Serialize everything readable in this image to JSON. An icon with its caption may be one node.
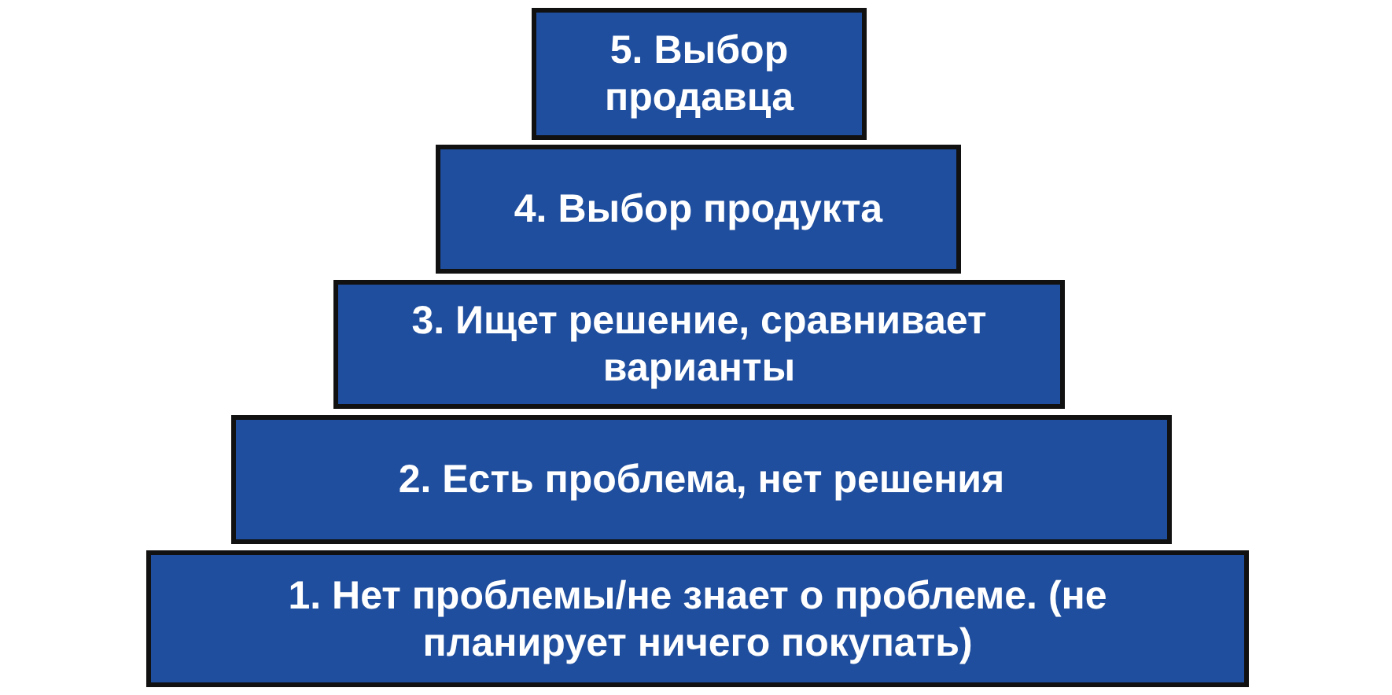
{
  "diagram": {
    "nodes": [
      {
        "text": [
          "5. Выбор продавца"
        ]
      },
      {
        "text": [
          "4. Выбор продукта"
        ]
      },
      {
        "text": [
          "3. Ищет решение, сравнивает варианты"
        ]
      },
      {
        "text": [
          "2. Есть проблема, нет решения"
        ]
      },
      {
        "text": [
          "1. Нет проблемы/не знает о проблеме. (не планирует ничего покупать)"
        ]
      }
    ],
    "edges": []
  }
}
